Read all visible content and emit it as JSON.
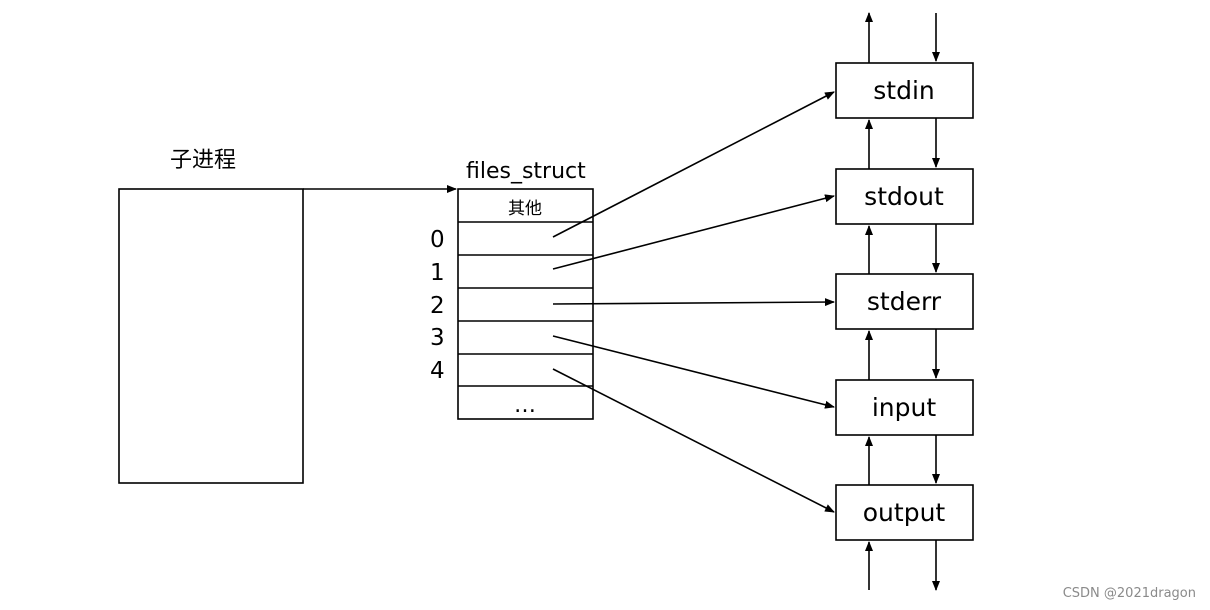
{
  "process_label": "子进程",
  "table": {
    "title": "files_struct",
    "header": "其他",
    "indices": [
      "0",
      "1",
      "2",
      "3",
      "4"
    ],
    "more": "…"
  },
  "streams": [
    "stdin",
    "stdout",
    "stderr",
    "input",
    "output"
  ],
  "watermark": "CSDN @2021dragon"
}
